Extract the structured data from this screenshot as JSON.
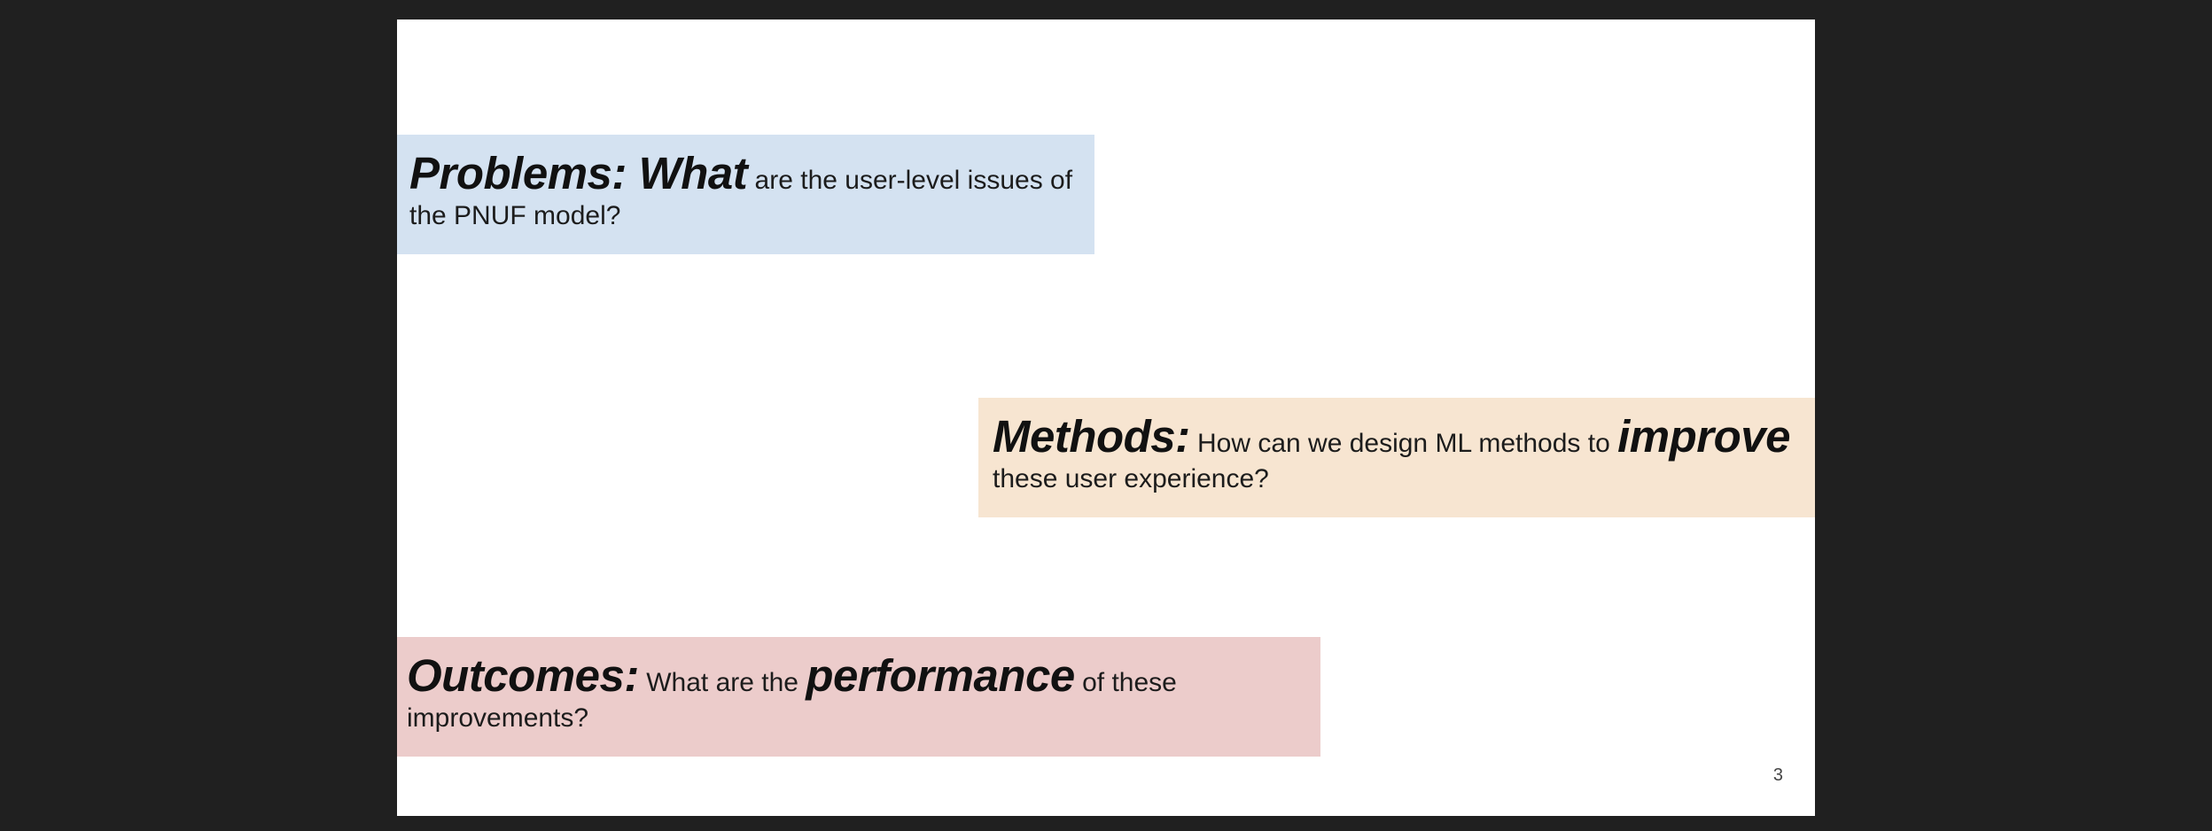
{
  "slide": {
    "page_number": "3",
    "problems": {
      "heading": "Problems: What",
      "text_line1": " are the user-level issues of",
      "text_line2": "the PNUF model?",
      "color": "#d4e2f1"
    },
    "methods": {
      "heading": "Methods:",
      "text_a": " How can we design ML methods to ",
      "emphasis": "improve",
      "text_line2": "these user experience?",
      "color": "#f7e5d1"
    },
    "outcomes": {
      "heading": "Outcomes:",
      "text_a": " What are the ",
      "emphasis": "performance",
      "text_b": "  of  these",
      "text_line2": "improvements?",
      "color": "#eccccb"
    }
  }
}
